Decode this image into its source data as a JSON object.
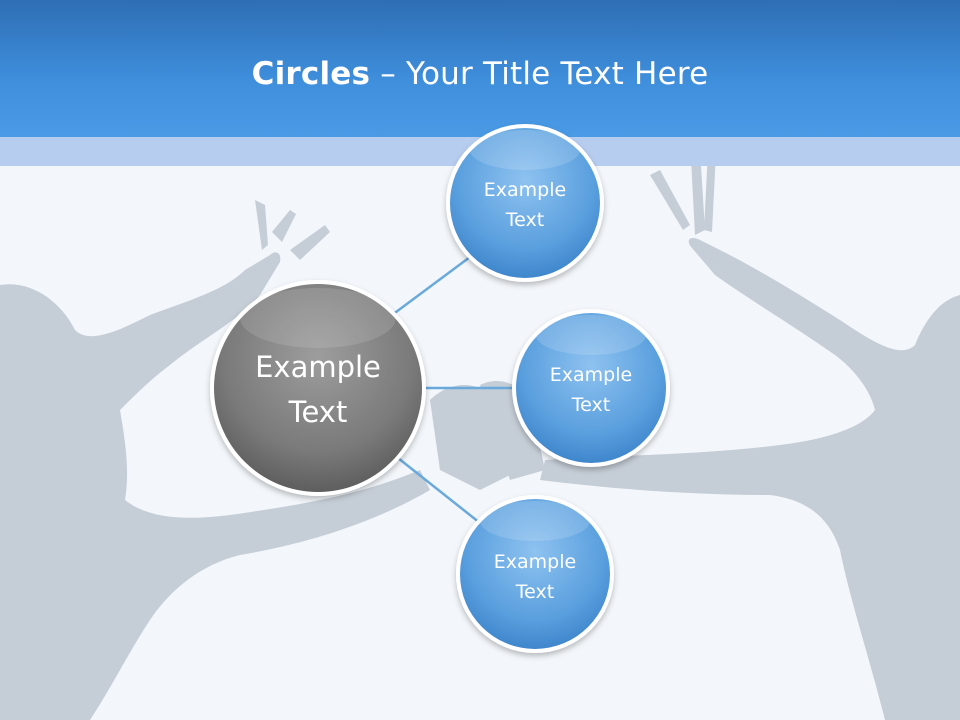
{
  "slide": {
    "title_bold": "Circles",
    "title_dash": " – ",
    "title_rest": "Your Title Text Here"
  },
  "diagram": {
    "center": {
      "line1": "Example",
      "line2": "Text"
    },
    "nodes": [
      {
        "line1": "Example",
        "line2": "Text"
      },
      {
        "line1": "Example",
        "line2": "Text"
      },
      {
        "line1": "Example",
        "line2": "Text"
      }
    ]
  },
  "colors": {
    "header": "#3f8fdd",
    "band": "#b7cdf0",
    "center_circle": "#7d7d7d",
    "node_circle": "#5fa3e0",
    "connector": "#6aa9dc"
  }
}
